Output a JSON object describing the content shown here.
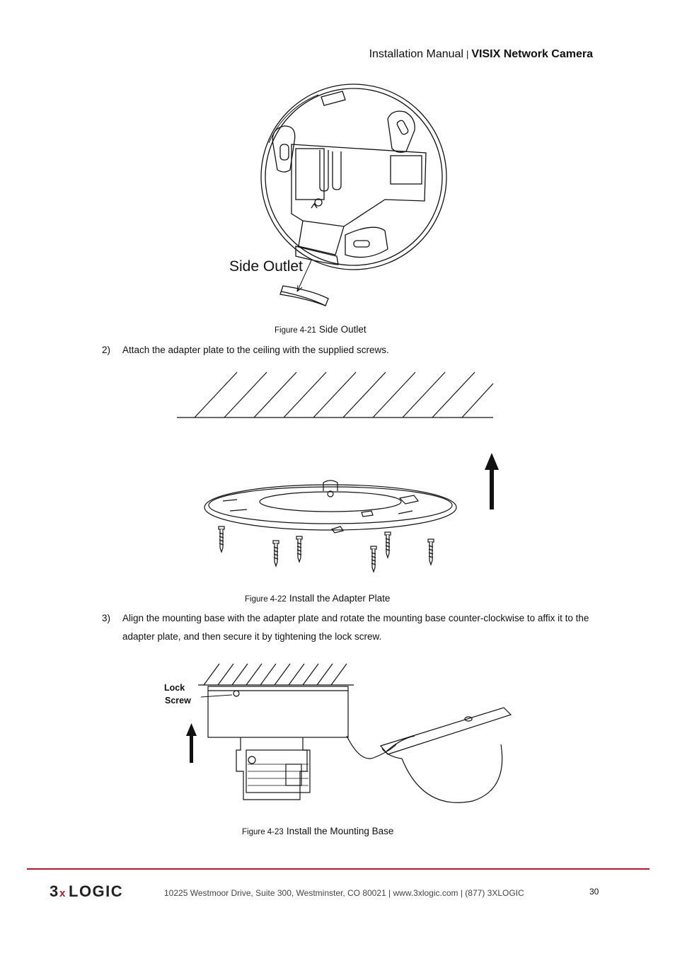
{
  "header": {
    "manual": "Installation Manual",
    "separator": "|",
    "product": "VISIX Network Camera"
  },
  "figures": [
    {
      "number": "Figure 4-21",
      "title": "Side Outlet",
      "callout": "Side Outlet"
    },
    {
      "number": "Figure 4-22",
      "title": "Install the Adapter Plate"
    },
    {
      "number": "Figure 4-23",
      "title": "Install the Mounting Base",
      "callouts": [
        "Lock",
        "Screw"
      ]
    }
  ],
  "steps": [
    {
      "number": "2)",
      "text": "Attach the adapter plate to the ceiling with the supplied screws."
    },
    {
      "number": "3)",
      "text": "Align the mounting base with the adapter plate and rotate the mounting base counter-clockwise to affix it to the adapter plate, and then secure it by tightening the lock screw."
    }
  ],
  "footer": {
    "logo": "3xLOGIC",
    "address": "10225 Westmoor Drive, Suite 300, Westminster, CO 80021 | www.3xlogic.com | (877) 3XLOGIC",
    "page": "30",
    "accent_color": "#b0192b"
  }
}
